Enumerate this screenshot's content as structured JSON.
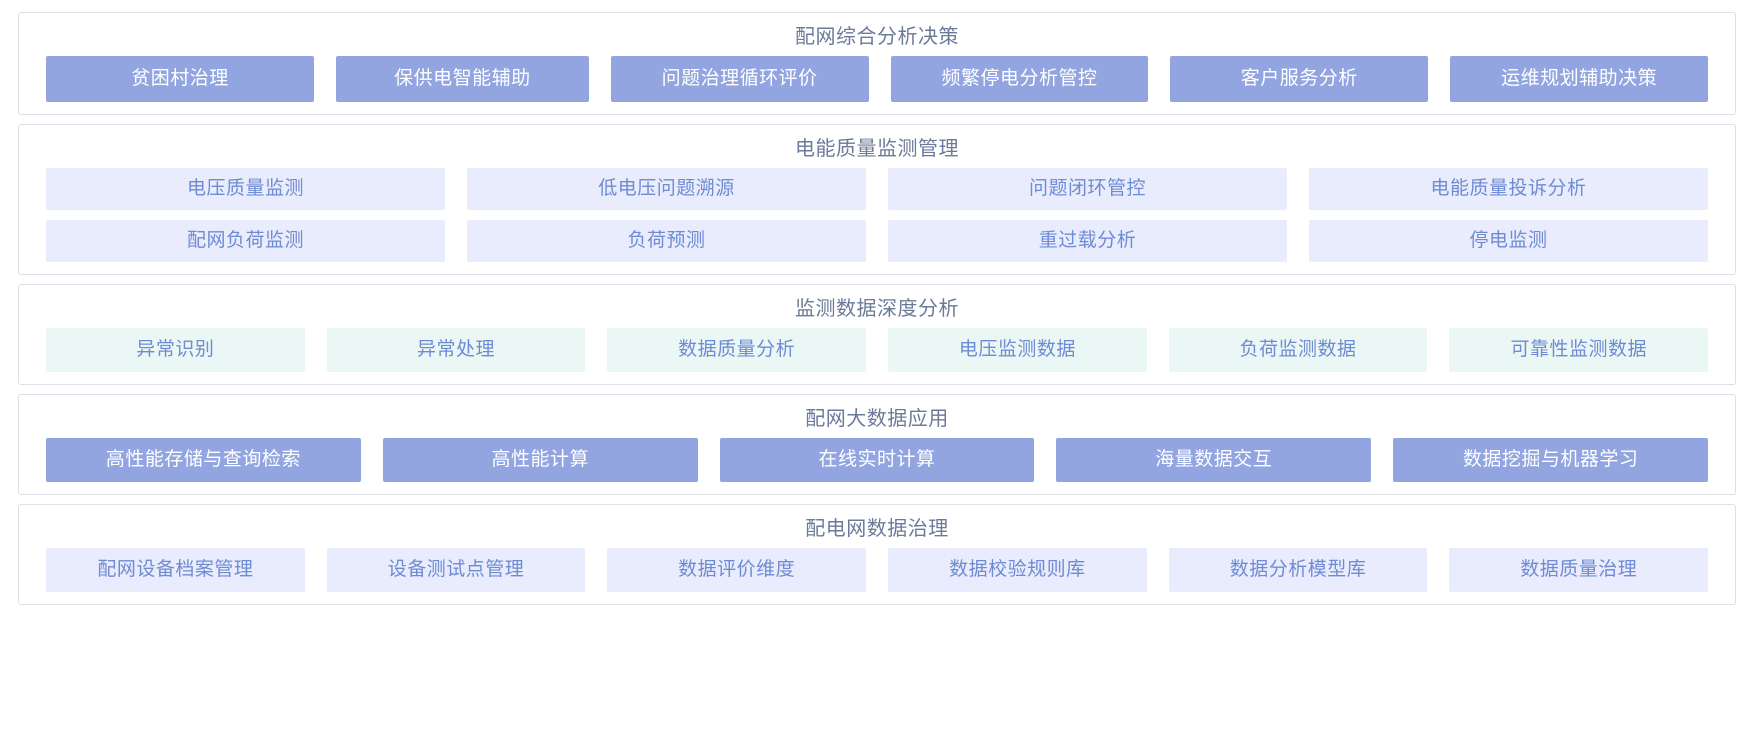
{
  "sections": [
    {
      "title": "配网综合分析决策",
      "style": "solid",
      "rows": [
        {
          "items": [
            {
              "label": "贫困村治理",
              "flex": 1.06
            },
            {
              "label": "保供电智能辅助",
              "flex": 1.0
            },
            {
              "label": "问题治理循环评价",
              "flex": 1.02
            },
            {
              "label": "频繁停电分析管控",
              "flex": 1.02
            },
            {
              "label": "客户服务分析",
              "flex": 1.02
            },
            {
              "label": "运维规划辅助决策",
              "flex": 1.02
            }
          ]
        }
      ]
    },
    {
      "title": "电能质量监测管理",
      "style": "lavender",
      "rows": [
        {
          "items": [
            {
              "label": "电压质量监测",
              "flex": 1.0
            },
            {
              "label": "低电压问题溯源",
              "flex": 1.0
            },
            {
              "label": "问题闭环管控",
              "flex": 1.0
            },
            {
              "label": "电能质量投诉分析",
              "flex": 1.0
            }
          ]
        },
        {
          "items": [
            {
              "label": "配网负荷监测",
              "flex": 1.0
            },
            {
              "label": "负荷预测",
              "flex": 1.0
            },
            {
              "label": "重过载分析",
              "flex": 1.0
            },
            {
              "label": "停电监测",
              "flex": 1.0
            }
          ]
        }
      ]
    },
    {
      "title": "监测数据深度分析",
      "style": "mint",
      "rows": [
        {
          "items": [
            {
              "label": "异常识别",
              "flex": 1.0
            },
            {
              "label": "异常处理",
              "flex": 1.0
            },
            {
              "label": "数据质量分析",
              "flex": 1.0
            },
            {
              "label": "电压监测数据",
              "flex": 1.0
            },
            {
              "label": "负荷监测数据",
              "flex": 1.0
            },
            {
              "label": "可靠性监测数据",
              "flex": 1.0
            }
          ]
        }
      ]
    },
    {
      "title": "配网大数据应用",
      "style": "solid",
      "rows": [
        {
          "items": [
            {
              "label": "高性能存储与查询检索",
              "flex": 1.0
            },
            {
              "label": "高性能计算",
              "flex": 1.0
            },
            {
              "label": "在线实时计算",
              "flex": 1.0
            },
            {
              "label": "海量数据交互",
              "flex": 1.0
            },
            {
              "label": "数据挖掘与机器学习",
              "flex": 1.0
            }
          ]
        }
      ]
    },
    {
      "title": "配电网数据治理",
      "style": "lavender",
      "rows": [
        {
          "items": [
            {
              "label": "配网设备档案管理",
              "flex": 1.0
            },
            {
              "label": "设备测试点管理",
              "flex": 1.0
            },
            {
              "label": "数据评价维度",
              "flex": 1.0
            },
            {
              "label": "数据校验规则库",
              "flex": 1.0
            },
            {
              "label": "数据分析模型库",
              "flex": 1.0
            },
            {
              "label": "数据质量治理",
              "flex": 1.0
            }
          ]
        }
      ]
    }
  ],
  "colors": {
    "solid_bg": "#92a5e0",
    "solid_text": "#ffffff",
    "lavender_bg": "#e8ecfc",
    "lavender_text": "#6f8bd4",
    "mint_bg": "#eaf7f4",
    "mint_text": "#6f8bd4",
    "title_text": "#6b7a99",
    "panel_border": "#dcdfe6",
    "page_bg": "#ffffff"
  }
}
